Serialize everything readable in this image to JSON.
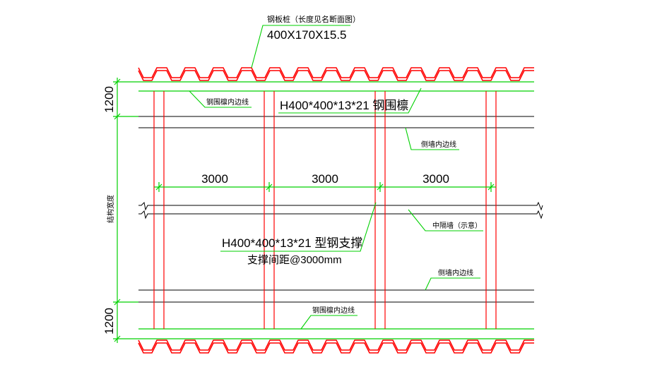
{
  "colors": {
    "red": "#ff0000",
    "green": "#00d000",
    "black": "#000000",
    "background": "#ffffff"
  },
  "labels": {
    "sheet_pile": "钢板桩（长度见名断面图）",
    "sheet_pile_size": "400X170X15.5",
    "waling_inner_top": "钢围檩内边线",
    "waling": "H400*400*13*21 钢围檩",
    "side_wall_inner_top": "侧墙内边线",
    "middle_wall": "中隔墙（示意）",
    "strut": "H400*400*13*21 型钢支撑",
    "strut_spacing": "支撑间距@3000mm",
    "side_wall_inner_bottom": "侧墙内边线",
    "waling_inner_bottom": "钢围檩内边线",
    "structure_width": "结构宽度"
  },
  "dimensions": {
    "top": "1200",
    "bottom": "1200",
    "spans": [
      "3000",
      "3000",
      "3000"
    ]
  }
}
